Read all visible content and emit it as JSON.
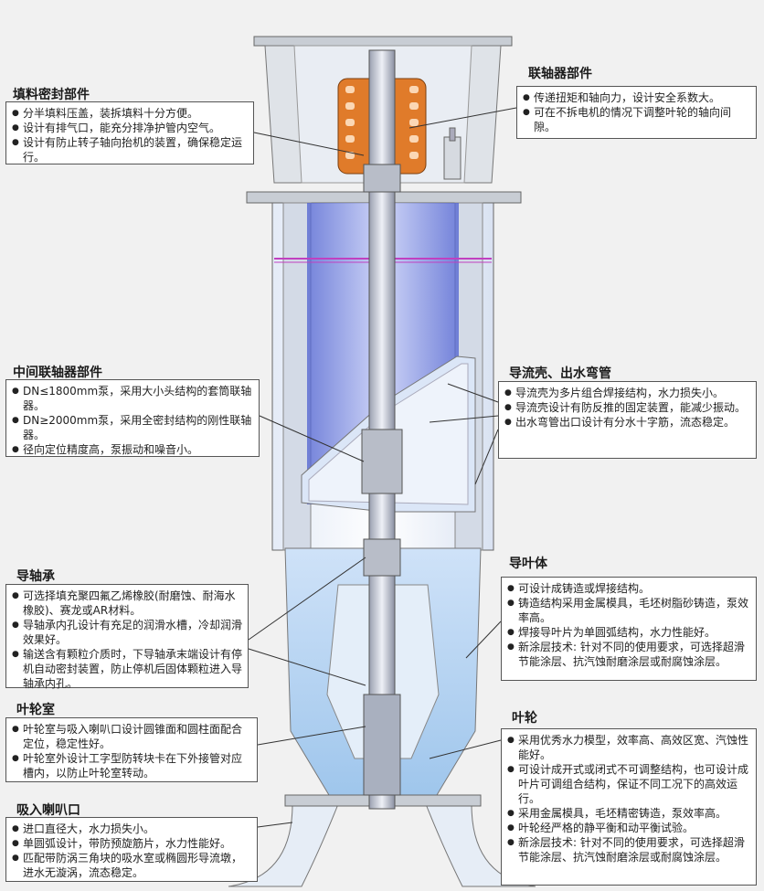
{
  "sections": {
    "packing": {
      "title": "填料密封部件",
      "items": [
        "分半填料压盖，装拆填料十分方便。",
        "设计有排气口，能充分排净护管内空气。",
        "设计有防止转子轴向抬机的装置，确保稳定运行。"
      ]
    },
    "coupling": {
      "title": "联轴器部件",
      "items": [
        "传递扭矩和轴向力，设计安全系数大。",
        "可在不拆电机的情况下调整叶轮的轴向间隙。"
      ]
    },
    "mid_coupling": {
      "title": "中间联轴器部件",
      "items": [
        "DN≤1800mm泵，采用大小头结构的套筒联轴器。",
        "DN≥2000mm泵，采用全密封结构的刚性联轴器。",
        "径向定位精度高，泵振动和噪音小。"
      ]
    },
    "diffuser": {
      "title": "导流壳、出水弯管",
      "items": [
        "导流壳为多片组合焊接结构，水力损失小。",
        "导流壳设计有防反推的固定装置，能减少振动。",
        "出水弯管出口设计有分水十字筋，流态稳定。"
      ]
    },
    "bearing": {
      "title": "导轴承",
      "items": [
        "可选择填充聚四氟乙烯橡胶(耐磨蚀、耐海水橡胶)、赛龙或AR材料。",
        "导轴承内孔设计有充足的润滑水槽，冷却润滑效果好。",
        "输送含有颗粒介质时，下导轴承末端设计有停机自动密封装置，防止停机后固体颗粒进入导轴承内孔。"
      ]
    },
    "vane": {
      "title": "导叶体",
      "items": [
        "可设计成铸造或焊接结构。",
        "铸造结构采用金属模具，毛坯树脂砂铸造，泵效率高。",
        "焊接导叶片为单圆弧结构，水力性能好。",
        "新涂层技术: 针对不同的使用要求，可选择超滑节能涂层、抗汽蚀耐磨涂层或耐腐蚀涂层。"
      ]
    },
    "chamber": {
      "title": "叶轮室",
      "items": [
        "叶轮室与吸入喇叭口设计圆锥面和圆柱面配合定位，稳定性好。",
        "叶轮室外设计工字型防转块卡在下外接管对应槽内，以防止叶轮室转动。"
      ]
    },
    "impeller": {
      "title": "叶轮",
      "items": [
        "采用优秀水力模型，效率高、高效区宽、汽蚀性能好。",
        "可设计成开式或闭式不可调整结构，也可设计成叶片可调组合结构，保证不同工况下的高效运行。",
        "采用金属模具，毛坯精密铸造，泵效率高。",
        "叶轮经严格的静平衡和动平衡试验。",
        "新涂层技术: 针对不同的使用要求，可选择超滑节能涂层、抗汽蚀耐磨涂层或耐腐蚀涂层。"
      ]
    },
    "inlet": {
      "title": "吸入喇叭口",
      "items": [
        "进口直径大，水力损失小。",
        "单圆弧设计，带防预旋筋片，水力性能好。",
        "匹配带防涡三角块的吸水室或椭圆形导流墩，进水无漩涡，流态稳定。"
      ]
    }
  },
  "colors": {
    "pump_blue": "#5b6fd6",
    "pump_light": "#c9dcf5",
    "coupling_orange": "#e07b2a",
    "frame_gray": "#cfd3d8"
  }
}
